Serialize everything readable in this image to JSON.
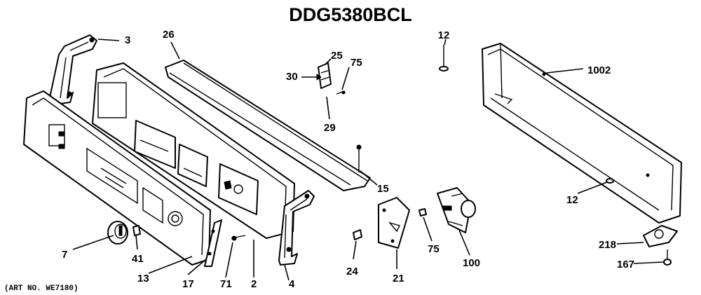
{
  "title": "DDG5380BCL",
  "art_number": "(ART NO. WE7180)",
  "callouts": {
    "c3": "3",
    "c26": "26",
    "c25": "25",
    "c75a": "75",
    "c30": "30",
    "c29": "29",
    "c12a": "12",
    "c1002": "1002",
    "c15": "15",
    "c12b": "12",
    "c7": "7",
    "c41": "41",
    "c13": "13",
    "c17": "17",
    "c71": "71",
    "c2": "2",
    "c4": "4",
    "c24": "24",
    "c21": "21",
    "c75b": "75",
    "c100": "100",
    "c218": "218",
    "c167": "167"
  }
}
